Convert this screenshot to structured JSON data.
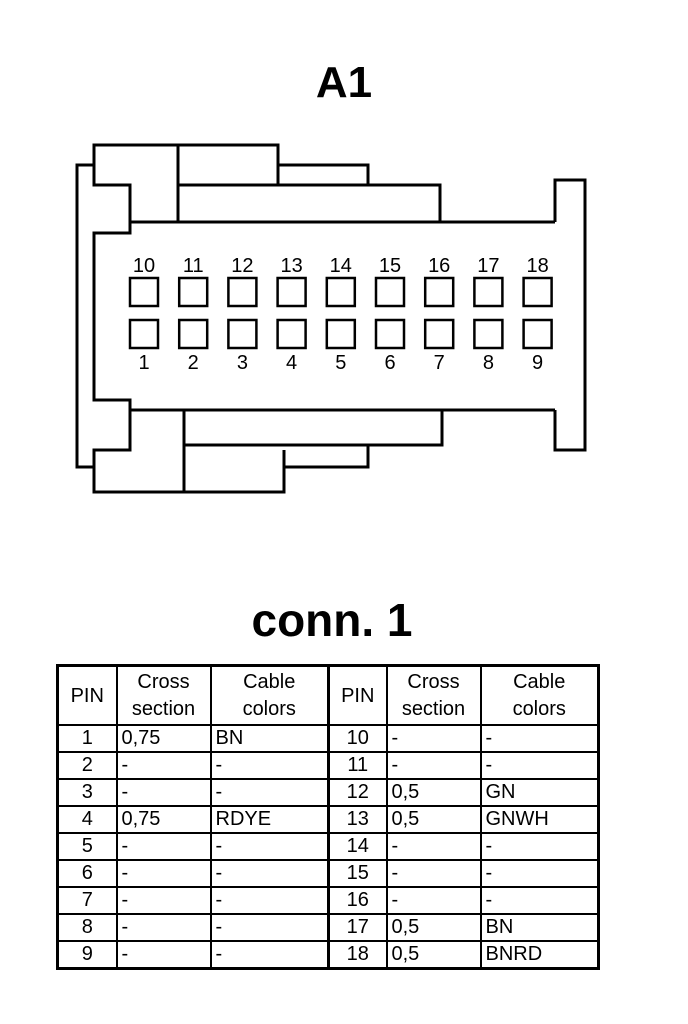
{
  "title": "A1",
  "connector": {
    "top_row_pins": [
      "10",
      "11",
      "12",
      "13",
      "14",
      "15",
      "16",
      "17",
      "18"
    ],
    "bottom_row_pins": [
      "1",
      "2",
      "3",
      "4",
      "5",
      "6",
      "7",
      "8",
      "9"
    ]
  },
  "table_title": "conn. 1",
  "table": {
    "headers": [
      "PIN",
      "Cross section",
      "Cable colors",
      "PIN",
      "Cross section",
      "Cable colors"
    ],
    "rows": [
      [
        "1",
        "0,75",
        "BN",
        "10",
        "-",
        "-"
      ],
      [
        "2",
        "-",
        "-",
        "11",
        "-",
        "-"
      ],
      [
        "3",
        "-",
        "-",
        "12",
        "0,5",
        "GN"
      ],
      [
        "4",
        "0,75",
        "RDYE",
        "13",
        "0,5",
        "GNWH"
      ],
      [
        "5",
        "-",
        "-",
        "14",
        "-",
        "-"
      ],
      [
        "6",
        "-",
        "-",
        "15",
        "-",
        "-"
      ],
      [
        "7",
        "-",
        "-",
        "16",
        "-",
        "-"
      ],
      [
        "8",
        "-",
        "-",
        "17",
        "0,5",
        "BN"
      ],
      [
        "9",
        "-",
        "-",
        "18",
        "0,5",
        "BNRD"
      ]
    ]
  }
}
